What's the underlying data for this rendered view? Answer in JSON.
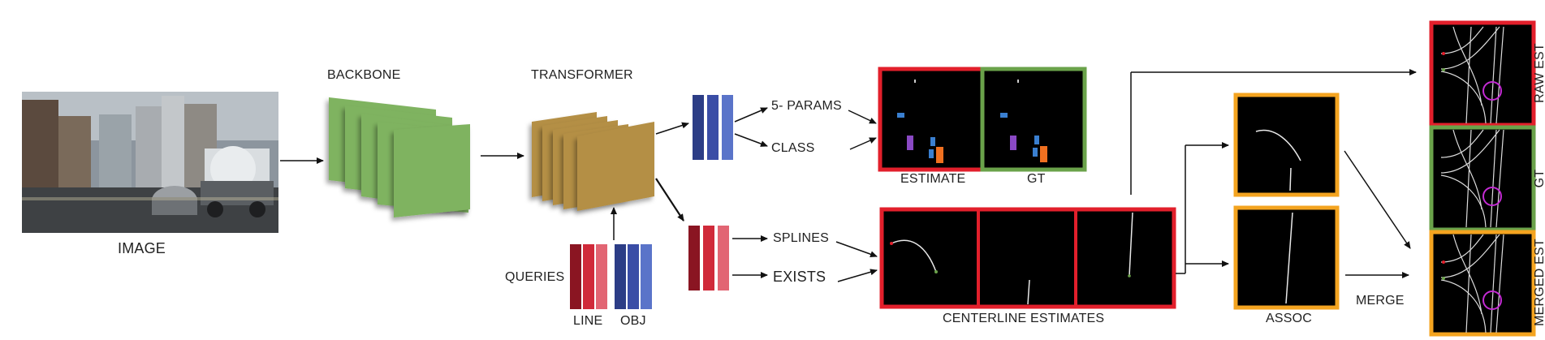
{
  "labels": {
    "image": "IMAGE",
    "backbone": "BACKBONE",
    "transformer": "TRANSFORMER",
    "queries": "QUERIES",
    "line": "LINE",
    "obj": "OBJ",
    "five_params": "5- PARAMS",
    "class": "CLASS",
    "splines": "SPLINES",
    "exists": "EXISTS",
    "estimate": "ESTIMATE",
    "gt": "GT",
    "centerline_estimates": "CENTERLINE ESTIMATES",
    "assoc": "ASSOC",
    "merge": "MERGE",
    "raw_est": "RAW EST",
    "gt_side": "GT",
    "merged_est": "MERGED EST"
  },
  "colors": {
    "backbone": "#7fb360",
    "transformer": "#b48f45",
    "obj_blue": "#2c3d86",
    "obj_blue_mid": "#3a4da6",
    "obj_blue_light": "#5a74c9",
    "line_red_dark": "#8a1522",
    "line_red": "#d02a3a",
    "line_red_light": "#e26573",
    "frame_red": "#e21f2b",
    "frame_green": "#6aa24a",
    "frame_orange": "#f4a420",
    "circle_magenta": "#c42bd4"
  }
}
